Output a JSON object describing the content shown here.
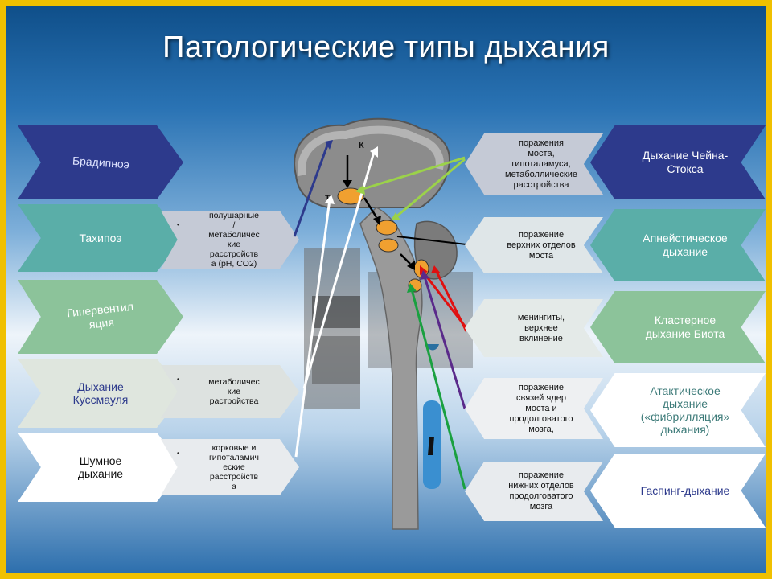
{
  "title": "Патологические типы дыхания",
  "left_items": [
    {
      "label": "Брадипноэ",
      "color": "#2d3a8c",
      "text_color": "#dfe4ff"
    },
    {
      "label": "Тахипоэ",
      "color": "#5aaea8",
      "text_color": "#ffffff"
    },
    {
      "label": "Гипервентиляция",
      "label_line1": "Гипервентил",
      "label_line2": "яция",
      "color": "#8cc39a",
      "text_color": "#ffffff"
    },
    {
      "label_line1": "Дыхание",
      "label_line2": "Куссмауля",
      "color": "#dfe6de",
      "text_color": "#2d3a8c"
    },
    {
      "label_line1": "Шумное",
      "label_line2": "дыхание",
      "color": "#ffffff",
      "text_color": "#111111"
    }
  ],
  "left_notes": [
    {
      "text_lines": [
        "полушарные",
        "/",
        "метаболичес",
        "кие",
        "расстройств",
        "а (pH, CO2)"
      ]
    },
    {
      "text_lines": [
        "метаболичес",
        "кие",
        "растройства"
      ]
    },
    {
      "text_lines": [
        "корковые и",
        "гипоталамич",
        "еские",
        "расстройств",
        "а"
      ]
    }
  ],
  "right_notes": [
    {
      "text_lines": [
        "поражения",
        "моста,",
        "гипоталамуса,",
        "метаболлические",
        "расстройства"
      ]
    },
    {
      "text_lines": [
        "поражение",
        "верхних отделов",
        "моста"
      ]
    },
    {
      "text_lines": [
        "менингиты,",
        "верхнее",
        "вклинение"
      ]
    },
    {
      "text_lines": [
        "поражение",
        "связей ядер",
        "моста и",
        "продолговатого",
        "мозга,"
      ]
    },
    {
      "text_lines": [
        "поражение",
        "нижних отделов",
        "продолговатого",
        "мозга"
      ]
    }
  ],
  "right_items": [
    {
      "label_line1": "Дыхание Чейна-",
      "label_line2": "Стокса",
      "color": "#2d3a8c",
      "text_color": "#ffffff"
    },
    {
      "label_line1": "Апнейстическое",
      "label_line2": "дыхание",
      "color": "#5aaea8",
      "text_color": "#ffffff"
    },
    {
      "label_line1": "Кластерное",
      "label_line2": "дыхание Биота",
      "color": "#8cc39a",
      "text_color": "#ffffff"
    },
    {
      "label_line1": "Атактическое",
      "label_line2": "дыхание",
      "label_line3": "(«фибрилляция»",
      "label_line4": "дыхания)",
      "color": "#ffffff",
      "text_color": "#3c7a78"
    },
    {
      "label": "Гаспинг-дыхание",
      "color": "#ffffff",
      "text_color": "#2d3a8c"
    }
  ],
  "brain_labels": {
    "k": "К",
    "t": "Т"
  },
  "arrow_colors": {
    "navy": "#2d3a8c",
    "white": "#ffffff",
    "lightgreen": "#9bd24a",
    "black": "#000000",
    "red": "#e01010",
    "purple": "#5a2a8a",
    "green": "#1aa040"
  }
}
